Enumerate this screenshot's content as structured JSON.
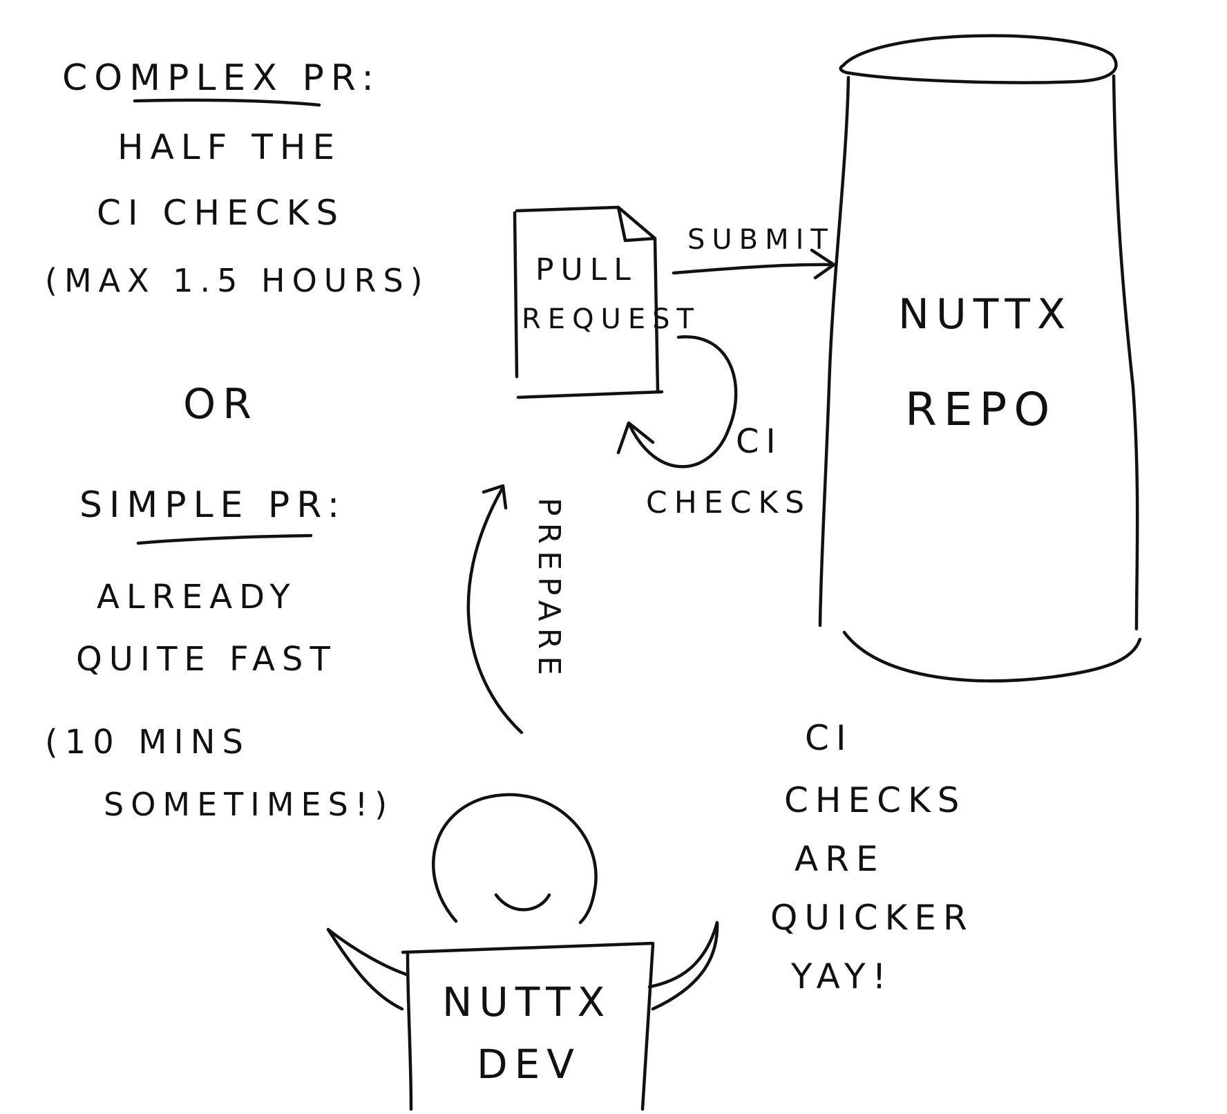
{
  "left_notes": {
    "complex_heading": "COMPLEX PR:",
    "complex_line1": "HALF THE",
    "complex_line2": "CI CHECKS",
    "complex_line3": "(MAX 1.5 HOURS)",
    "or": "OR",
    "simple_heading": "SIMPLE PR:",
    "simple_line1": "ALREADY",
    "simple_line2": "QUITE FAST",
    "simple_line3": "(10 MINS",
    "simple_line4": "SOMETIMES!)"
  },
  "pull_request": {
    "line1": "PULL",
    "line2": "REQUEST"
  },
  "submit_label": "SUBMIT",
  "ci_loop": {
    "line1": "CI",
    "line2": "CHECKS"
  },
  "prepare_label": "PREPARE",
  "repo": {
    "line1": "NUTTX",
    "line2": "REPO"
  },
  "dev": {
    "line1": "NUTTX",
    "line2": "DEV"
  },
  "right_notes": {
    "line1": "CI",
    "line2": "CHECKS",
    "line3": "ARE",
    "line4": "QUICKER",
    "line5": "YAY!"
  }
}
